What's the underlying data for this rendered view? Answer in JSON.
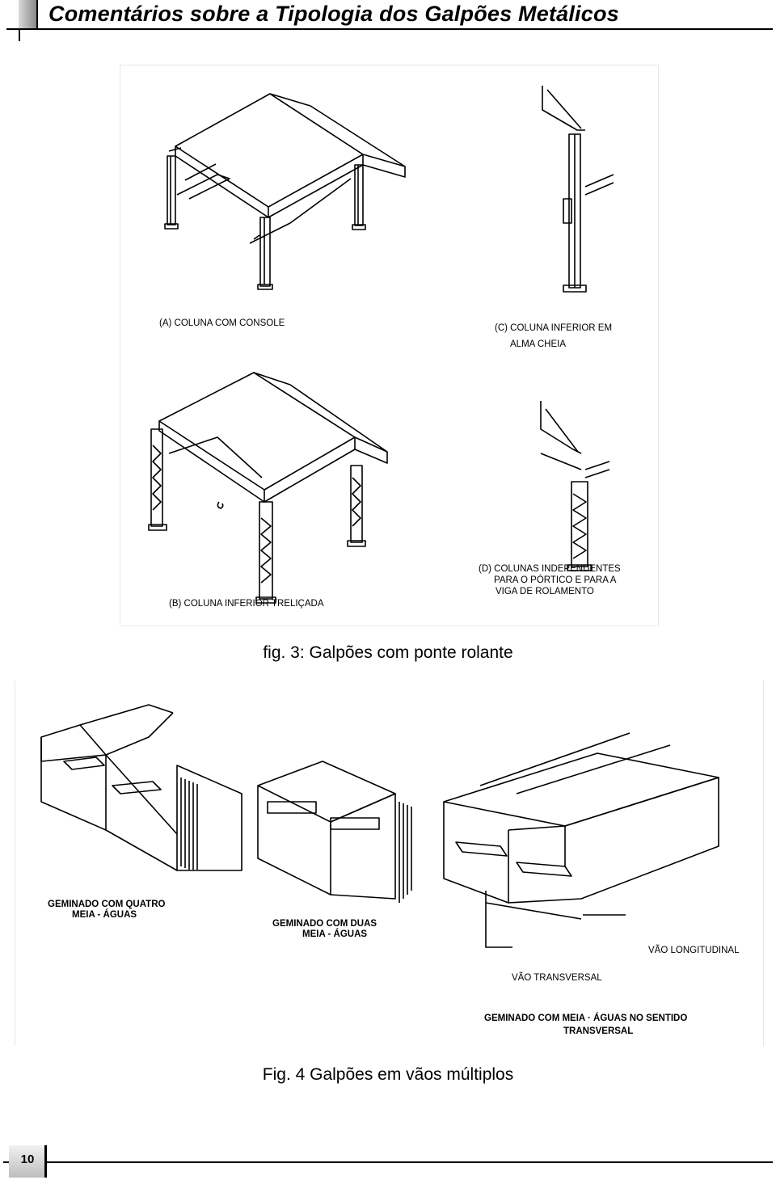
{
  "header": {
    "title": "Comentários sobre a Tipologia dos Galpões Metálicos"
  },
  "figure3": {
    "labels": {
      "a": "(A) COLUNA COM CONSOLE",
      "c_line1": "(C) COLUNA INFERIOR EM",
      "c_line2": "ALMA CHEIA",
      "b": "(B) COLUNA INFERIOR TRELIÇADA",
      "d_line1": "(D) COLUNAS INDEPENDENTES",
      "d_line2": "PARA O PÓRTICO E PARA  A",
      "d_line3": "VIGA DE ROLAMENTO"
    },
    "caption": "fig. 3: Galpões com ponte rolante"
  },
  "figure4": {
    "labels": {
      "quatro_line1": "GEMINADO COM QUATRO",
      "quatro_line2": "MEIA - ÁGUAS",
      "duas_line1": "GEMINADO COM DUAS",
      "duas_line2": "MEIA  - ÁGUAS",
      "vao_longitudinal": "VÃO LONGITUDINAL",
      "vao_transversal": "VÃO TRANSVERSAL",
      "transversal_line1": "GEMINADO COM MEIA  ·  ÁGUAS NO SENTIDO",
      "transversal_line2": "TRANSVERSAL"
    },
    "caption": "Fig. 4 Galpões em vãos múltiplos"
  },
  "footer": {
    "page_number": "10"
  }
}
